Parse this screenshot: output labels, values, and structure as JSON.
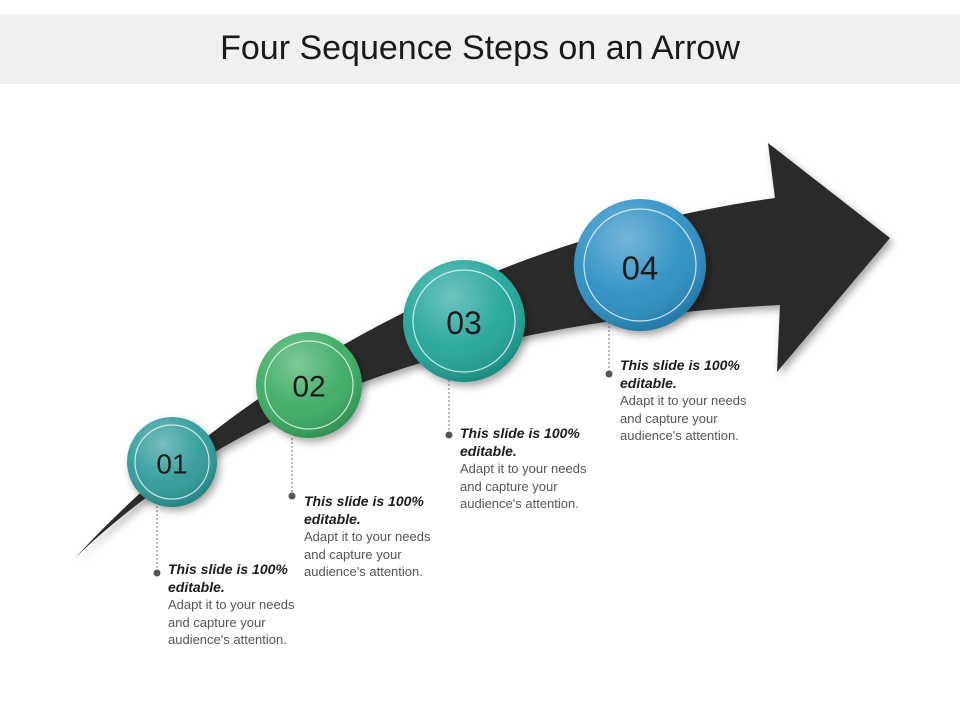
{
  "title": "Four Sequence Steps on an Arrow",
  "colors": {
    "arrow": "#2b2b2b",
    "title_band": "#f0f0f0"
  },
  "steps": [
    {
      "number": "01",
      "heading": "This slide is 100% editable.",
      "text": "Adapt it to your needs and capture your audience's attention.",
      "color": "#2f9a9a"
    },
    {
      "number": "02",
      "heading": "This slide is 100% editable.",
      "text": "Adapt it to your needs and capture your audience's attention.",
      "color": "#3aab62"
    },
    {
      "number": "03",
      "heading": "This slide is 100% editable.",
      "text": "Adapt it to your needs and capture your audience's attention.",
      "color": "#21a59a"
    },
    {
      "number": "04",
      "heading": "This slide is 100% editable.",
      "text": "Adapt it to your needs and capture your audience's attention.",
      "color": "#2b8fc4"
    }
  ]
}
